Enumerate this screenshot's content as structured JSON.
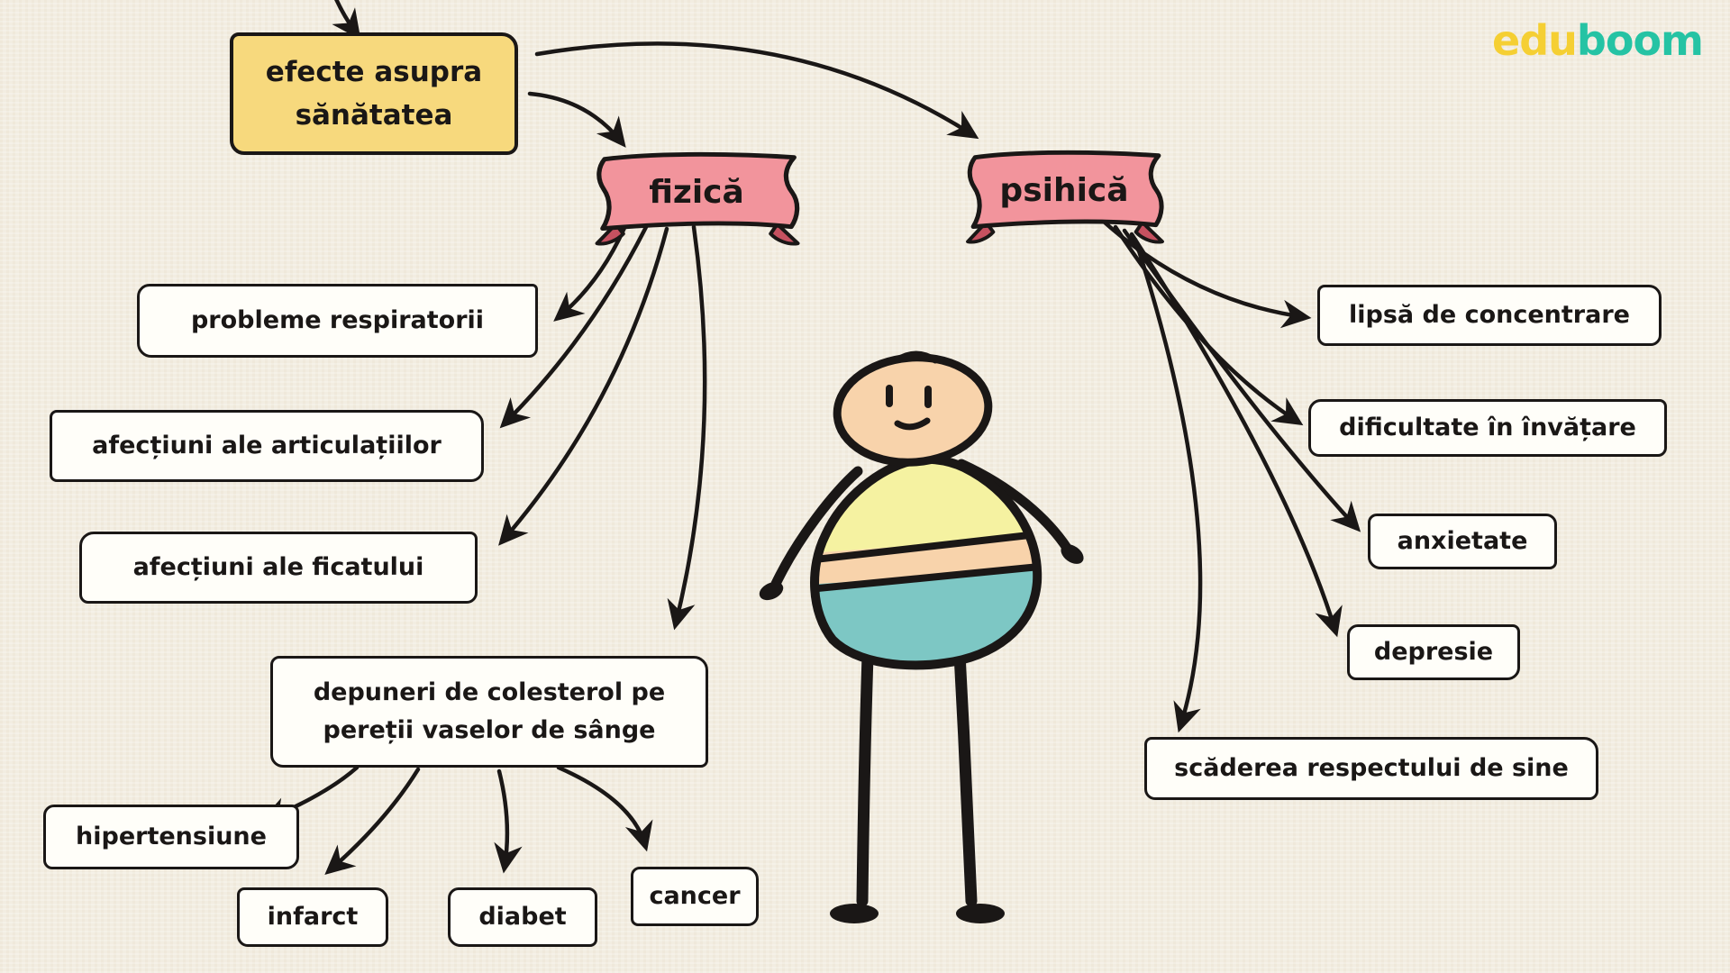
{
  "logo": {
    "edu": "edu",
    "boom": "boom"
  },
  "root": {
    "line1": "efecte asupra",
    "line2": "sănătatea"
  },
  "branches": {
    "physical": {
      "label": "fizică"
    },
    "psychological": {
      "label": "psihică"
    }
  },
  "physical_effects": [
    {
      "label": "probleme respiratorii"
    },
    {
      "label": "afecțiuni ale articulațiilor"
    },
    {
      "label": "afecțiuni ale ficatului"
    }
  ],
  "cholesterol": {
    "line1": "depuneri de colesterol pe",
    "line2": "pereții vaselor de sânge"
  },
  "cholesterol_effects": [
    {
      "label": "hipertensiune"
    },
    {
      "label": "infarct"
    },
    {
      "label": "diabet"
    },
    {
      "label": "cancer"
    }
  ],
  "psychological_effects": [
    {
      "label": "lipsă de concentrare"
    },
    {
      "label": "dificultate în învățare"
    },
    {
      "label": "anxietate"
    },
    {
      "label": "depresie"
    },
    {
      "label": "scăderea respectului de sine"
    }
  ],
  "colors": {
    "bg": "#f2ede1",
    "ink": "#1a1716",
    "box_bg": "#fffef9",
    "root_fill": "#f7d97d",
    "banner_fill": "#f2949c",
    "banner_tail": "#c65160",
    "logo_edu": "#f5cf33",
    "logo_boom": "#25c3a4",
    "skin": "#f8d3ab",
    "shirt": "#f5f2a1",
    "pants": "#7dc7c4"
  }
}
